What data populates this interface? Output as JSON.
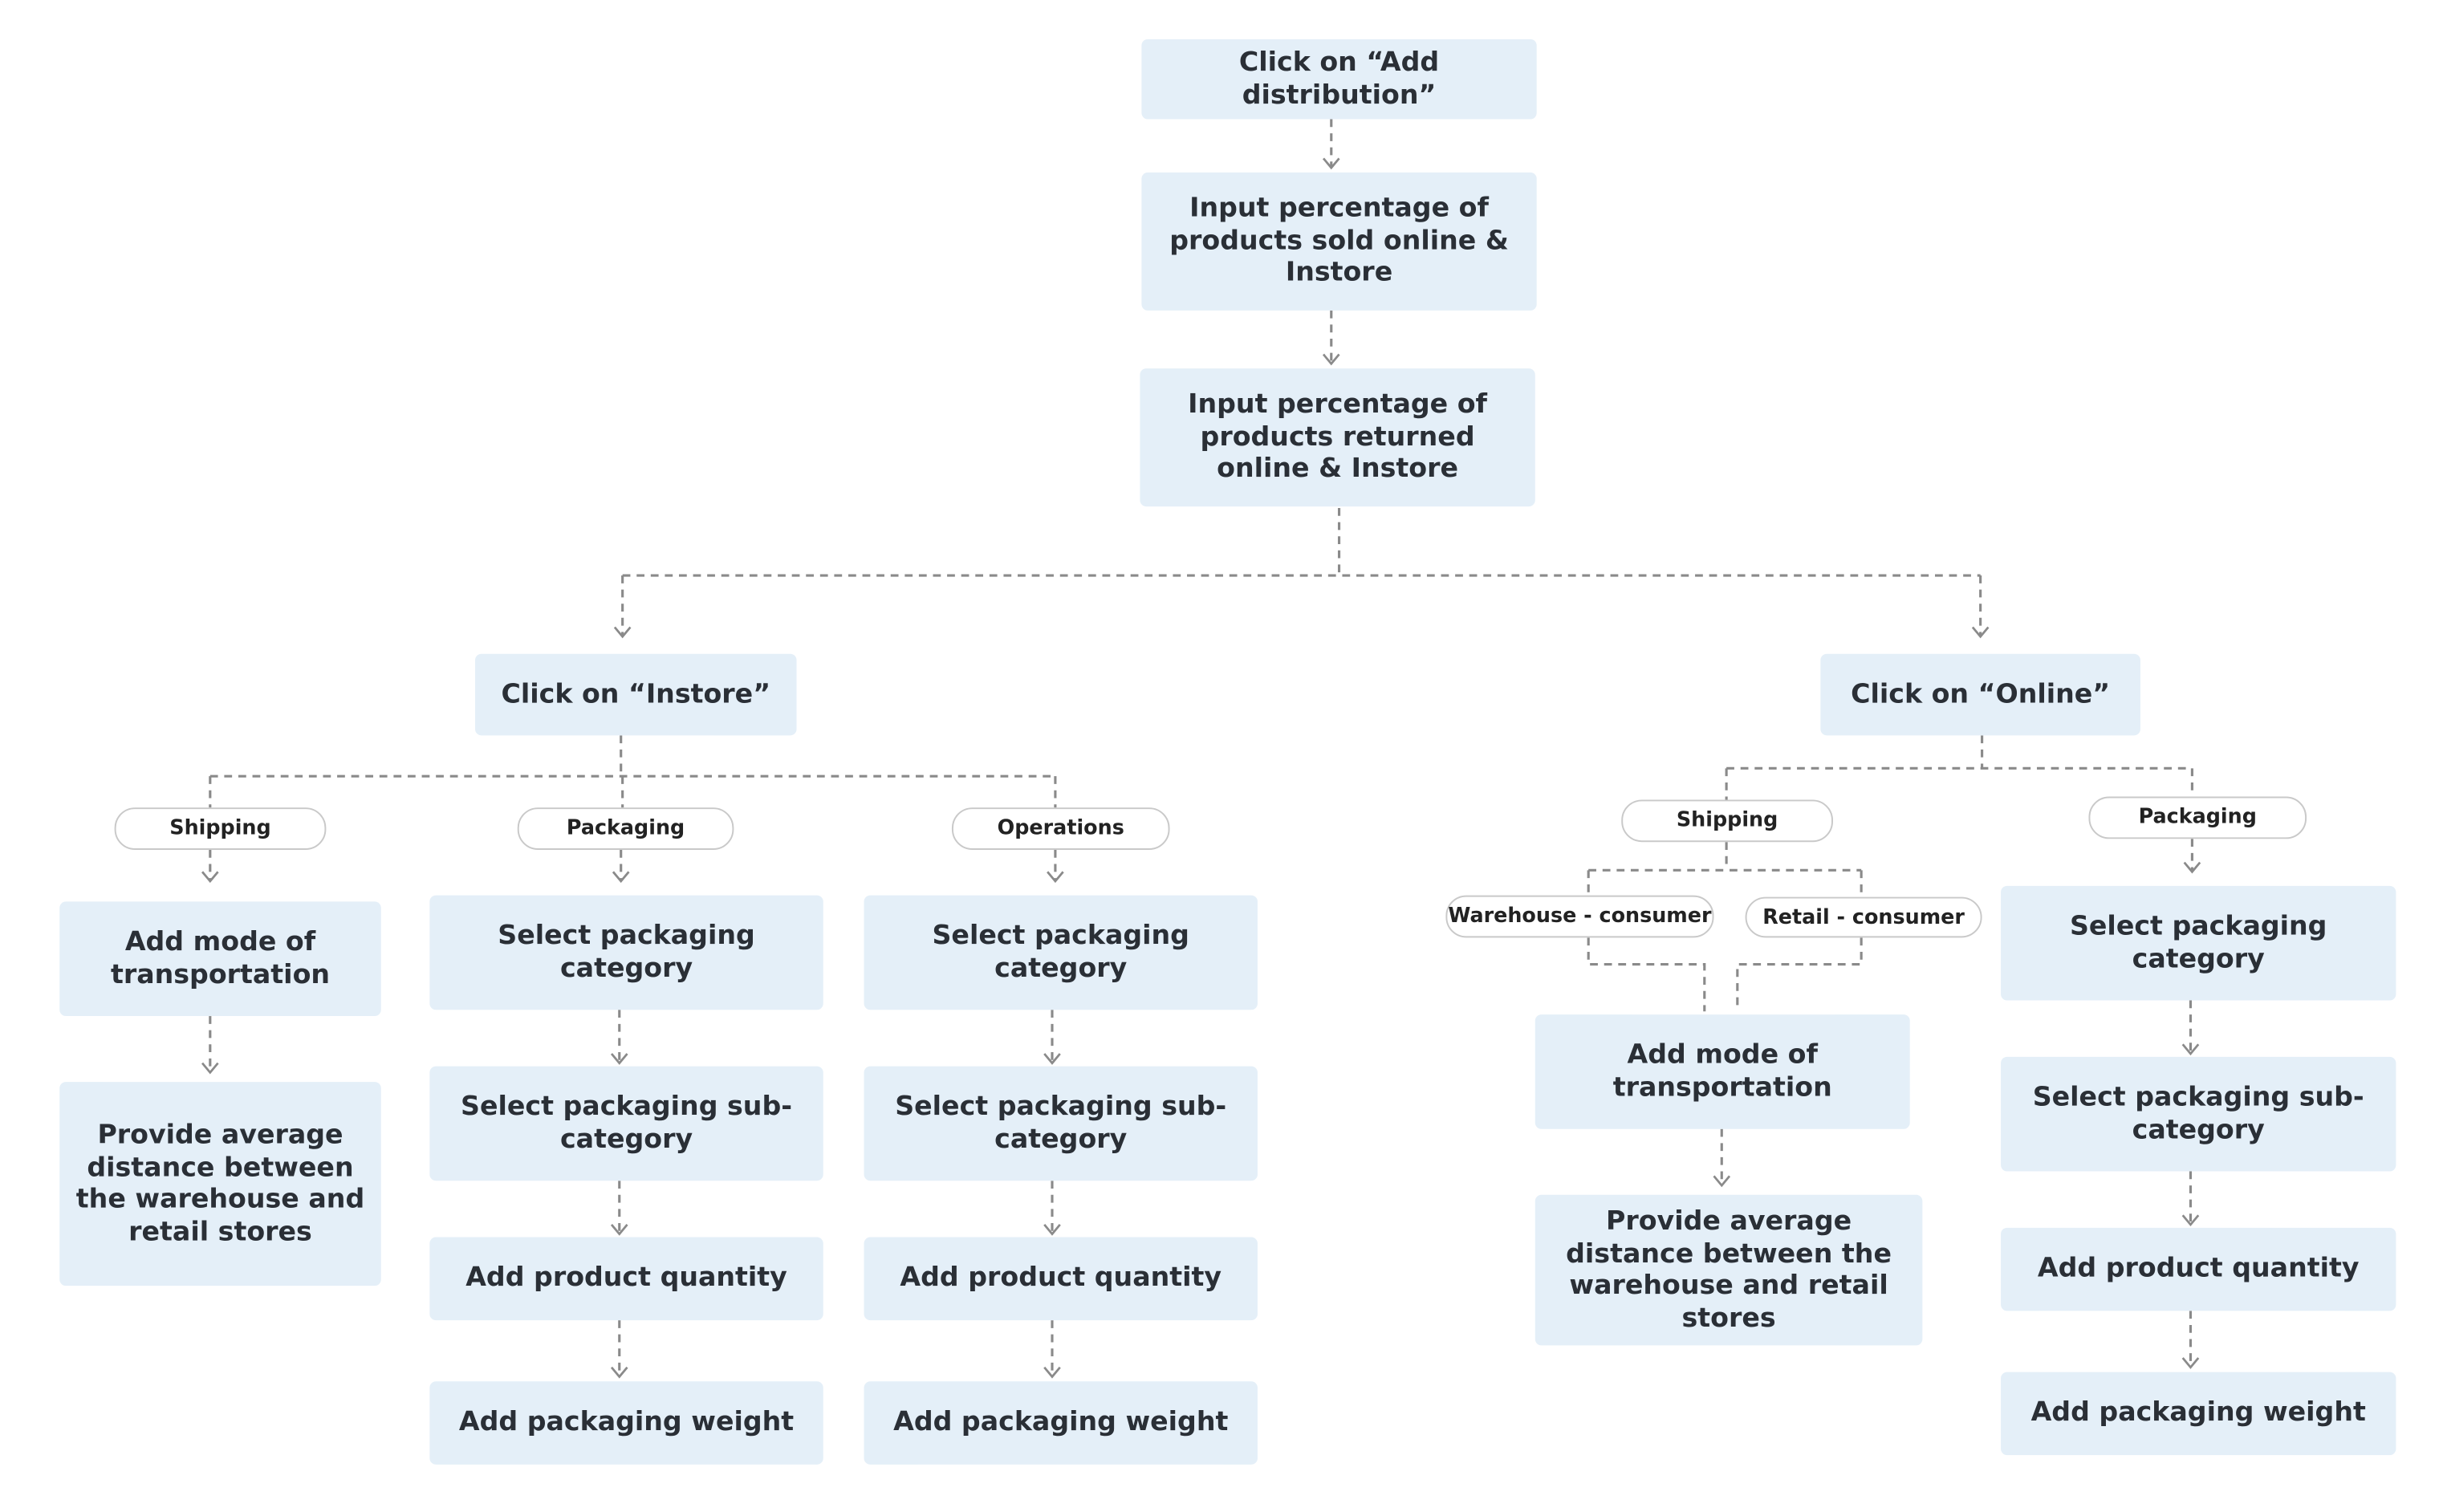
{
  "nodes": {
    "add_distribution": "Click on “Add distribution”",
    "input_sold": "Input percentage of products sold online & Instore",
    "input_returned": "Input percentage of products returned online & Instore",
    "click_instore": "Click on “Instore”",
    "click_online": "Click on “Online”",
    "instore": {
      "shipping_label": "Shipping",
      "packaging_label": "Packaging",
      "operations_label": "Operations",
      "shipping": {
        "mode": "Add mode of transportation",
        "distance": "Provide average distance between the warehouse and retail stores"
      },
      "packaging": {
        "category": "Select packaging category",
        "subcategory": "Select packaging sub-category",
        "quantity": "Add product quantity",
        "weight": "Add packaging weight"
      },
      "operations": {
        "category": "Select packaging category",
        "subcategory": "Select packaging sub-category",
        "quantity": "Add product quantity",
        "weight": "Add packaging weight"
      }
    },
    "online": {
      "shipping_label": "Shipping",
      "packaging_label": "Packaging",
      "warehouse_consumer": "Warehouse - consumer",
      "retail_consumer": "Retail - consumer",
      "shipping": {
        "mode": "Add mode of transportation",
        "distance": "Provide average distance between the warehouse and retail stores"
      },
      "packaging": {
        "category": "Select packaging category",
        "subcategory": "Select packaging sub-category",
        "quantity": "Add product quantity",
        "weight": "Add packaging weight"
      }
    }
  }
}
